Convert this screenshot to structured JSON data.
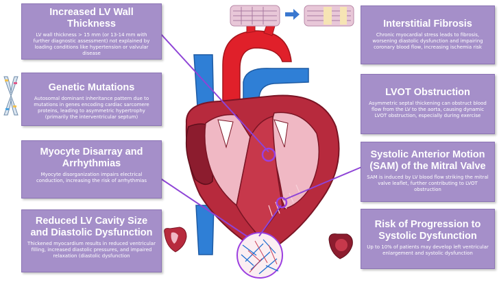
{
  "boxes": {
    "lv_wall": {
      "title": "Increased LV Wall Thickness",
      "text": "LV wall thickness > 15 mm (or 13-14 mm with further diagnostic assessment) not explained by loading conditions like hypertension or valvular disease"
    },
    "genetic": {
      "title": "Genetic Mutations",
      "text": "Autosomal dominant inheritance pattern due to mutations in genes encoding cardiac sarcomere proteins, leading to asymmetric hypertrophy (primarily the interventricular septum)"
    },
    "myocyte": {
      "title": "Myocyte Disarray and Arrhythmias",
      "text": "Myocyte disorganization impairs electrical conduction, increasing the risk of arrhythmias"
    },
    "cavity": {
      "title": "Reduced LV Cavity Size and Diastolic Dysfunction",
      "text": "Thickened myocardium results in reduced ventricular filling, increased diastolic pressures, and impaired relaxation (diastolic dysfunction"
    },
    "fibrosis": {
      "title": "Interstitial Fibrosis",
      "text": "Chronic myocardial stress leads to fibrosis, worsening diastolic dysfunction and impairing coronary blood flow, increasing ischemia risk"
    },
    "lvot": {
      "title": "LVOT Obstruction",
      "text": "Asymmetric septal thickening can obstruct blood flow from the LV to the aorta, causing dynamic LVOT obstruction, especially during exercise"
    },
    "sam": {
      "title": "Systolic Anterior Motion (SAM) of the Mitral Valve",
      "text": "SAM is induced by LV blood flow striking the mitral valve leaflet, further contributing to LVOT obstruction"
    },
    "progression": {
      "title": "Risk of Progression to Systolic Dysfunction",
      "text": "Up to 10% of patients may develop left ventricular enlargement and systolic dysfunction"
    }
  },
  "colors": {
    "box_fill": "#a58fc9",
    "connector": "#8e44d6",
    "myocardium": "#b72a3d",
    "vessel_blue": "#2f7fd6",
    "aorta_red": "#e0202a",
    "chamber_pink": "#f0b8c4"
  },
  "icons": {
    "chromosome": "chromosome-icon",
    "fibers": "muscle-fiber-icon",
    "arrow": "arrow-right-icon",
    "small_heart_left": "small-heart-icon",
    "small_heart_right": "enlarged-heart-icon",
    "micro": "myocyte-disarray-icon"
  }
}
